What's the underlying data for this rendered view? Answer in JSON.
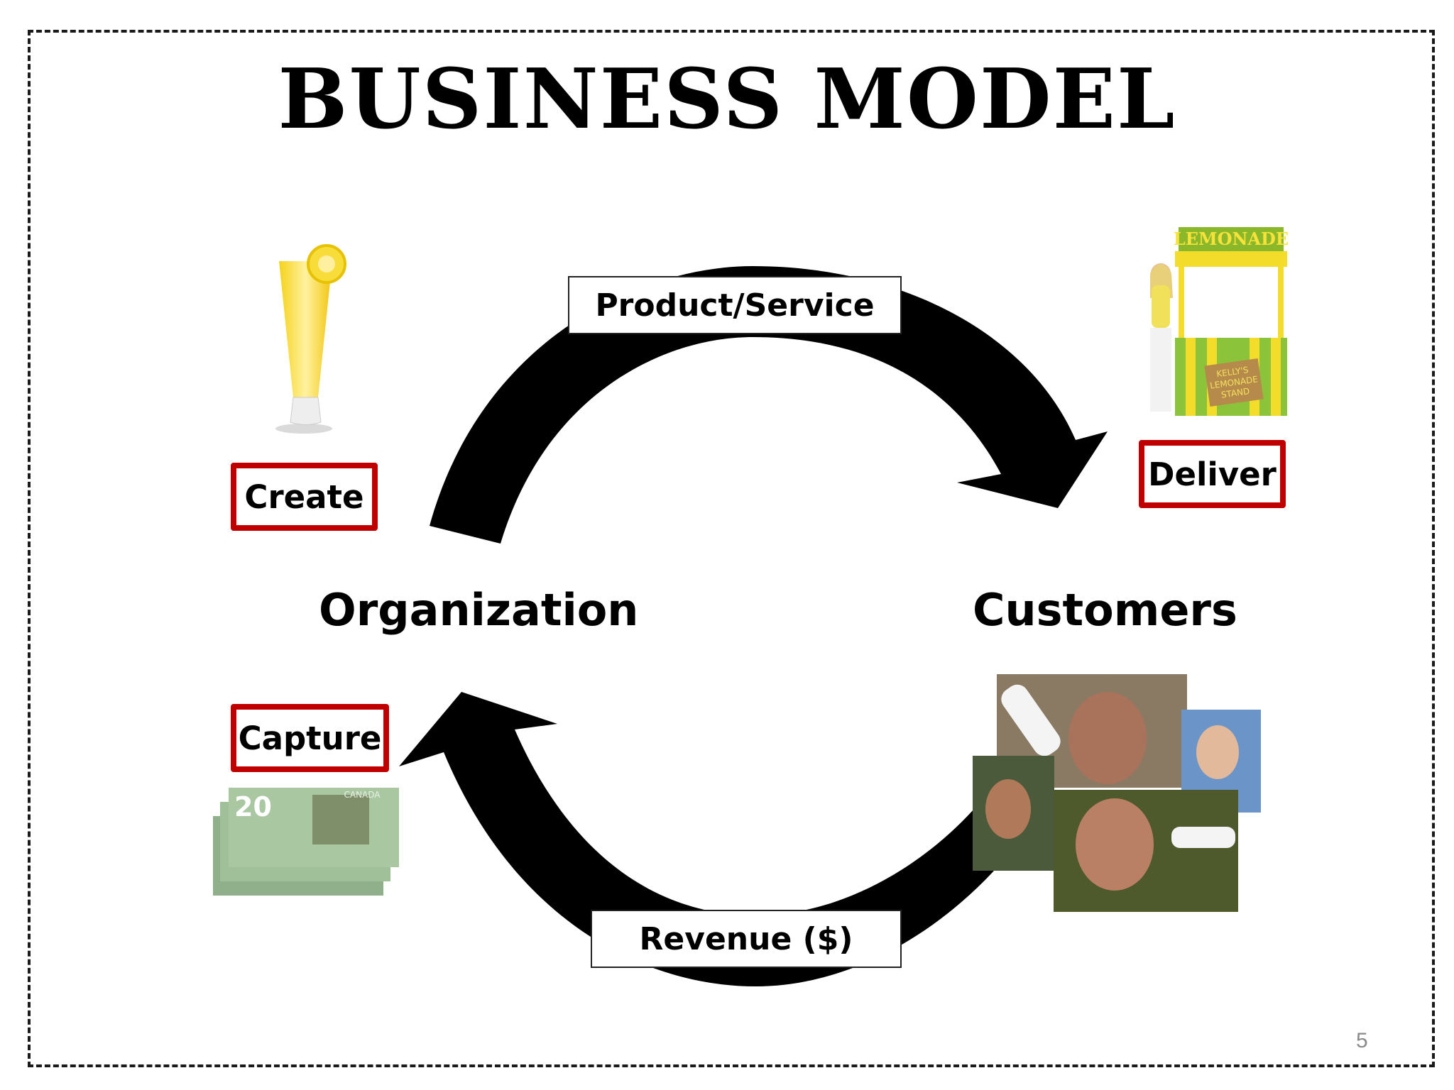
{
  "slide": {
    "title": "BUSINESS MODEL",
    "page_number": "5"
  },
  "flow": {
    "top_label": "Product/Service",
    "bottom_label": "Revenue ($)"
  },
  "nodes": {
    "organization": "Organization",
    "customers": "Customers"
  },
  "actions": {
    "create": "Create",
    "deliver": "Deliver",
    "capture": "Capture"
  },
  "images": {
    "stand_sign": "LEMONADE",
    "stand_board": [
      "KELLY'S",
      "LEMONADE",
      "STAND"
    ],
    "banknote_value": "20",
    "banknote_country": "CANADA"
  },
  "colors": {
    "action_border": "#c00000",
    "arrow": "#000000"
  }
}
